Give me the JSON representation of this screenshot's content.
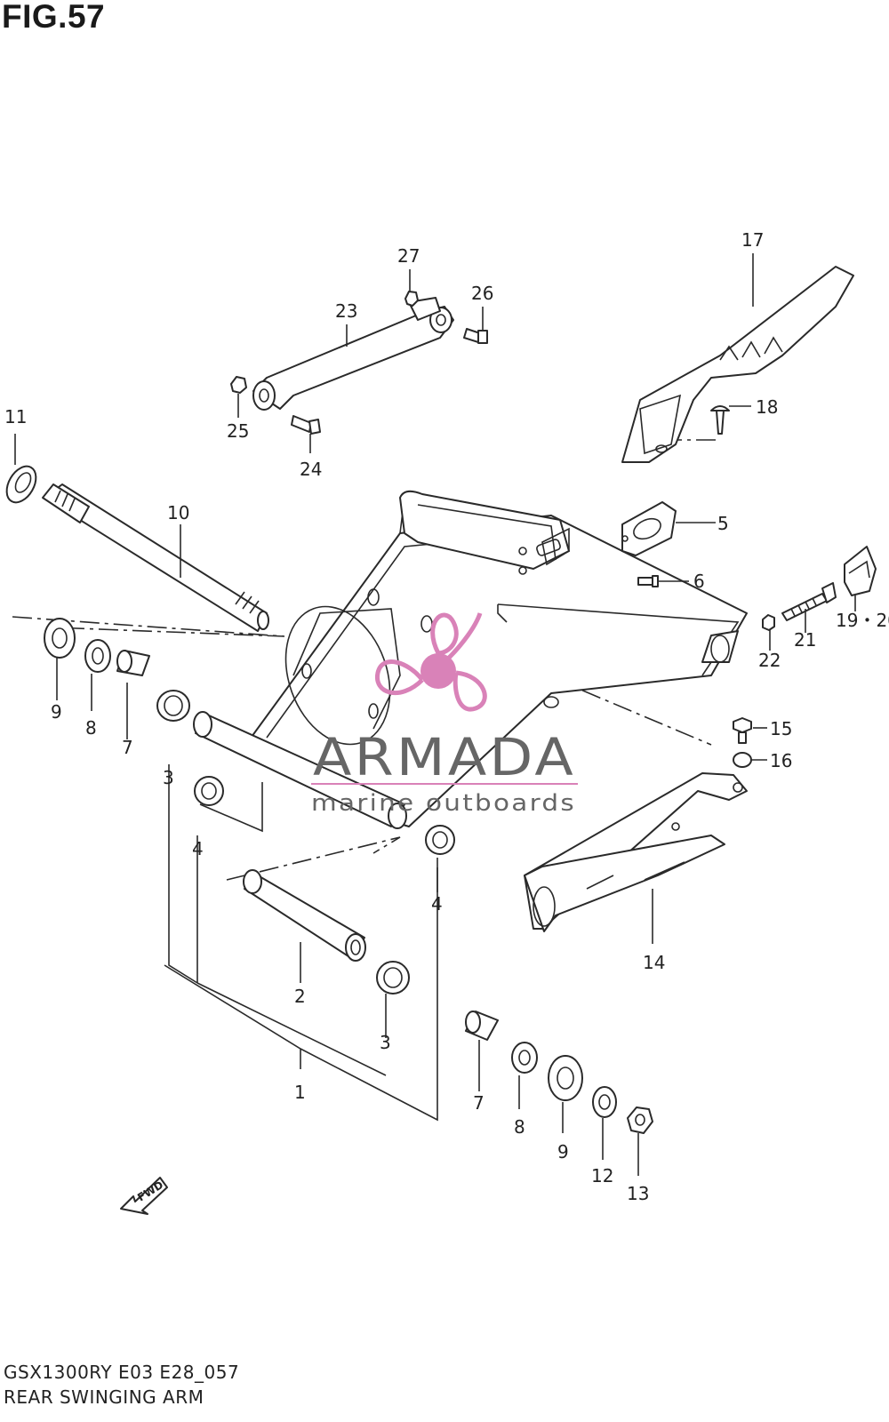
{
  "figure": {
    "title": "FIG.57",
    "model_code": "GSX1300RY  E03  E28_057",
    "name": "REAR SWINGING ARM"
  },
  "watermark": {
    "brand": "ARMADA",
    "tagline": "marine outboards",
    "logo_color": "#d982b8",
    "text_color": "#666666"
  },
  "fwd_arrow": {
    "label": "FWD"
  },
  "callouts": [
    {
      "label": "1"
    },
    {
      "label": "2"
    },
    {
      "label": "3"
    },
    {
      "label": "3"
    },
    {
      "label": "3"
    },
    {
      "label": "4"
    },
    {
      "label": "4"
    },
    {
      "label": "5"
    },
    {
      "label": "6"
    },
    {
      "label": "7"
    },
    {
      "label": "7"
    },
    {
      "label": "8"
    },
    {
      "label": "8"
    },
    {
      "label": "9"
    },
    {
      "label": "9"
    },
    {
      "label": "10"
    },
    {
      "label": "11"
    },
    {
      "label": "12"
    },
    {
      "label": "13"
    },
    {
      "label": "14"
    },
    {
      "label": "15"
    },
    {
      "label": "16"
    },
    {
      "label": "17"
    },
    {
      "label": "18"
    },
    {
      "label": "19・20"
    },
    {
      "label": "21"
    },
    {
      "label": "22"
    },
    {
      "label": "23"
    },
    {
      "label": "24"
    },
    {
      "label": "25"
    },
    {
      "label": "26"
    },
    {
      "label": "27"
    }
  ]
}
